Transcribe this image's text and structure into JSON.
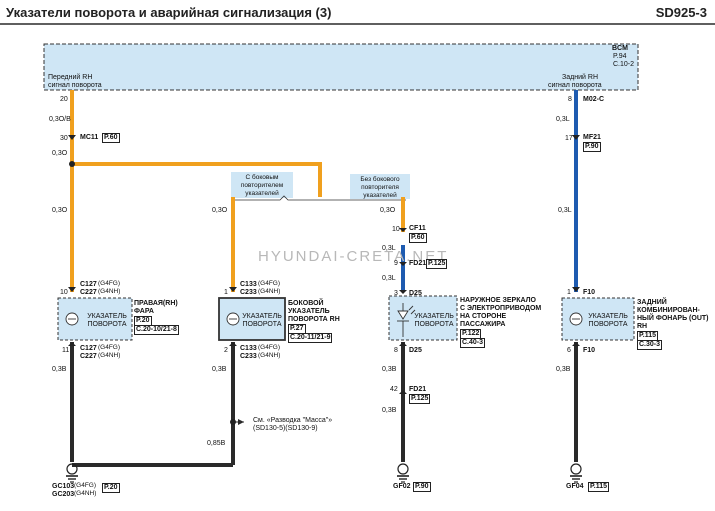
{
  "title": "Указатели поворота и аварийная сигнализация (3)",
  "code": "SD925-3",
  "watermark": "HYUNDAI-CRETA.NET",
  "bcm": {
    "name": "BCM",
    "ref1": "P.94",
    "ref2": "C.10-2"
  },
  "signals": {
    "left": [
      "Передний RH",
      "сигнал поворота"
    ],
    "right": [
      "Задний RH",
      "сигнал поворота"
    ]
  },
  "notes": {
    "with_repeater": [
      "С боковым",
      "повторителем",
      "указателей"
    ],
    "without_repeater": [
      "Без бокового",
      "повторителя",
      "указателей"
    ],
    "ground": [
      "См. «Разводка \"Масса\"»",
      "(SD130-5)(SD130-9)"
    ]
  },
  "wires": {
    "w1": "0,3O/B",
    "w2": "0,3O",
    "w3": "0,3O",
    "w4": "0,3O",
    "w5": "0,3O",
    "w6": "0,3L",
    "w7": "0,3L",
    "w8": "0,3B",
    "w9": "0,3B",
    "w10": "0,85B",
    "w11": "0,3B",
    "w12": "0,3B",
    "w13": "0,3L",
    "w14": "0,3B"
  },
  "pins": {
    "p20": "20",
    "p30": "30",
    "p10a": "10",
    "p11": "11",
    "p1b": "1",
    "p2b": "2",
    "p10c": "10",
    "p9": "9",
    "p3": "3",
    "p8": "8",
    "p42": "42",
    "p8r": "8",
    "p17": "17",
    "p1r": "1",
    "p6": "6"
  },
  "connectors": {
    "mc11": "MC11",
    "mc11_ref": "P.60",
    "c127_top": "C127",
    "c127_top_v": "(G4FG)",
    "c227_top": "C227",
    "c227_top_v": "(G4NH)",
    "c127_bot": "C127",
    "c127_bot_v": "(G4FG)",
    "c227_bot": "C227",
    "c227_bot_v": "(G4NH)",
    "c133_top": "C133",
    "c133_top_v": "(G4FG)",
    "c233_top": "C233",
    "c233_top_v": "(G4NH)",
    "c133_bot": "C133",
    "c133_bot_v": "(G4FG)",
    "c233_bot": "C233",
    "c233_bot_v": "(G4NH)",
    "cf11": "CF11",
    "cf11_ref": "P.60",
    "fd21a": "FD21",
    "fd21a_ref": "P.125",
    "d25a": "D25",
    "d25b": "D25",
    "fd21b": "FD21",
    "fd21b_ref": "P.125",
    "m02c": "M02-C",
    "mf21": "MF21",
    "mf21_ref": "P.90",
    "f10a": "F10",
    "f10b": "F10"
  },
  "components": {
    "lamp_label": "УКАЗАТЕЛЬ",
    "lamp_label2": "ПОВОРОТА",
    "headlamp": {
      "name1": "ПРАВАЯ(RH)",
      "name2": "ФАРА",
      "ref1": "P.20",
      "ref2": "C.20-10/21-8"
    },
    "side": {
      "name1": "БОКОВОЙ",
      "name2": "УКАЗАТЕЛЬ",
      "name3": "ПОВОРОТА RH",
      "ref1": "P.27",
      "ref2": "C.20-11/21-9"
    },
    "mirror": {
      "name1": "НАРУЖНОЕ ЗЕРКАЛО",
      "name2": "С ЭЛЕКТРОПРИВОДОМ",
      "name3": "НА СТОРОНЕ",
      "name4": "ПАССАЖИРА",
      "ref1": "P.122",
      "ref2": "C.40-3"
    },
    "rear": {
      "name1": "ЗАДНИЙ",
      "name2": "КОМБИНИРОВАН-",
      "name3": "НЫЙ ФОНАРЬ (OUT)",
      "name4": "RH",
      "ref1": "P.115",
      "ref2": "C.30-3"
    }
  },
  "grounds": {
    "gc103": "GC103",
    "gc103_v": "(G4FG)",
    "gc203": "GC203",
    "gc203_v": "(G4NH)",
    "gc_ref": "P.20",
    "gf02": "GF02",
    "gf02_ref": "P.90",
    "gf04": "GF04",
    "gf04_ref": "P.115"
  },
  "colors": {
    "orange": "#f0a01e",
    "blue": "#1e5bb0",
    "black": "#2a2a2a",
    "box_fill": "#cfe6f5"
  }
}
